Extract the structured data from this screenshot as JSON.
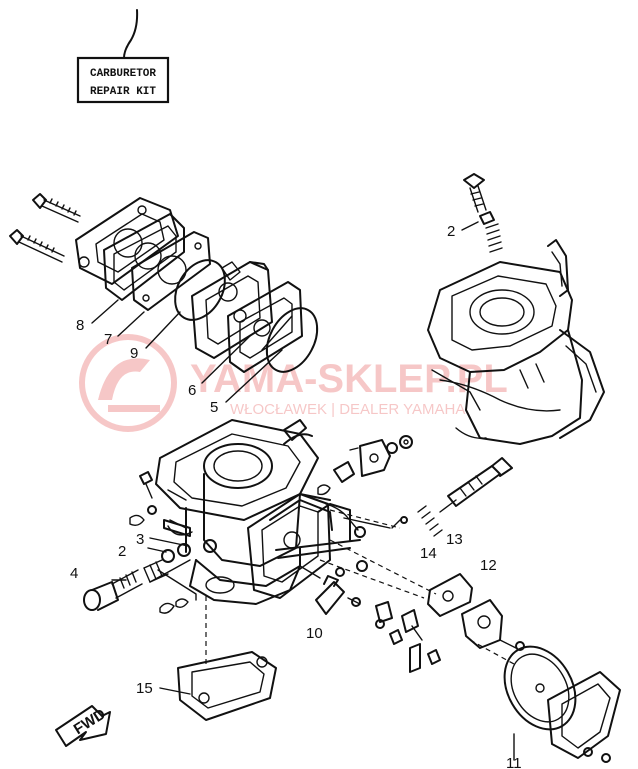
{
  "kit_box": {
    "line1": "CARBURETOR",
    "line2": "REPAIR KIT"
  },
  "callouts": [
    {
      "id": "c2a",
      "text": "2"
    },
    {
      "id": "c8",
      "text": "8"
    },
    {
      "id": "c7",
      "text": "7"
    },
    {
      "id": "c9",
      "text": "9"
    },
    {
      "id": "c6",
      "text": "6"
    },
    {
      "id": "c5",
      "text": "5"
    },
    {
      "id": "c3",
      "text": "3"
    },
    {
      "id": "c2b",
      "text": "2"
    },
    {
      "id": "c4",
      "text": "4"
    },
    {
      "id": "c14",
      "text": "14"
    },
    {
      "id": "c13",
      "text": "13"
    },
    {
      "id": "c12",
      "text": "12"
    },
    {
      "id": "c10",
      "text": "10"
    },
    {
      "id": "c15",
      "text": "15"
    },
    {
      "id": "c11",
      "text": "11"
    }
  ],
  "fwd_label": "FWD",
  "watermark": {
    "main": "YAMA-SKLEP.PL",
    "sub": "WŁOCŁAWEK | DEALER YAMAHA"
  },
  "colors": {
    "ink": "#111111",
    "watermark": "#e23b3b",
    "background": "#ffffff"
  }
}
